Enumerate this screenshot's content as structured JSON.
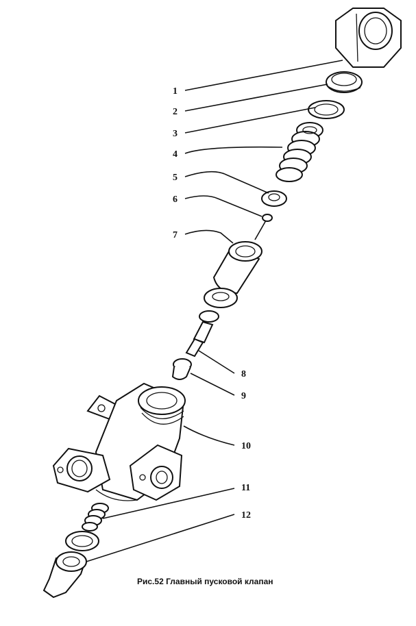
{
  "figure": {
    "caption": "Рис.52 Главный пусковой клапан",
    "callouts": [
      "1",
      "2",
      "3",
      "4",
      "5",
      "6",
      "7",
      "8",
      "9",
      "10",
      "11",
      "12"
    ]
  }
}
